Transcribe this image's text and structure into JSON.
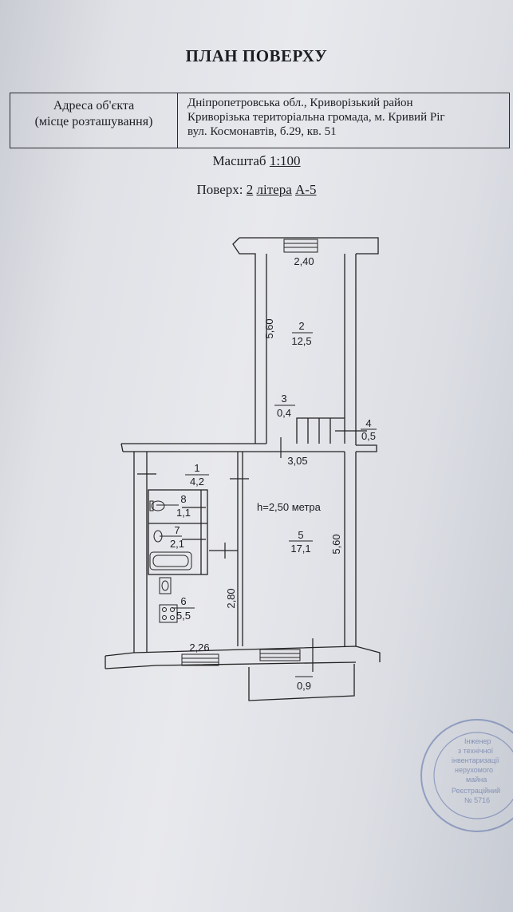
{
  "title": "ПЛАН ПОВЕРХУ",
  "address": {
    "label_line1": "Адреса об'єкта",
    "label_line2": "(місце розташування)",
    "value_line1": "Дніпропетровська обл., Криворізький район",
    "value_line2": "Криворізька територіальна громада, м. Кривий Ріг",
    "value_line3": "вул. Космонавтів, б.29, кв. 51"
  },
  "scale": {
    "label": "Масштаб",
    "value": "1:100"
  },
  "floor": {
    "label": "Поверх:",
    "number": "2",
    "letter_label": "літера",
    "letter": "А-5"
  },
  "plan": {
    "height_note": "h=2,50 метра",
    "rooms": [
      {
        "number": "1",
        "area": "4,2"
      },
      {
        "number": "2",
        "area": "12,5"
      },
      {
        "number": "3",
        "area": "0,4"
      },
      {
        "number": "4",
        "area": "0,5"
      },
      {
        "number": "5",
        "area": "17,1"
      },
      {
        "number": "6",
        "area": "5,5"
      },
      {
        "number": "7",
        "area": "2,1"
      },
      {
        "number": "8",
        "area": "1,1"
      }
    ],
    "balcony_area": "0,9",
    "dimensions": {
      "room2_width": "2,40",
      "room2_length": "5,60",
      "room5_width": "3,05",
      "room5_length": "5,60",
      "kitchen_width": "2,26",
      "kitchen_length": "2,80"
    }
  },
  "stamp": {
    "lines": [
      "Інженер",
      "з технічної",
      "інвентаризації",
      "нерухомого",
      "майна",
      "Реєстраційний",
      "№ 5716"
    ]
  }
}
